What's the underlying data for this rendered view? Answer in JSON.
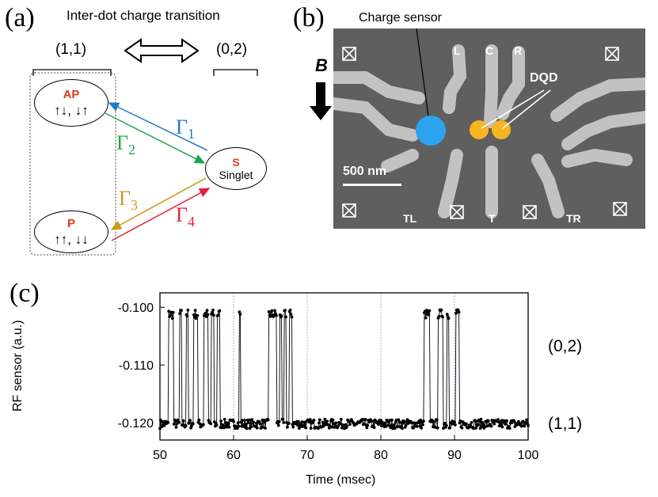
{
  "panel_a": {
    "label": "(a)",
    "title": "Inter-dot charge transition",
    "left_state": "(1,1)",
    "right_state": "(0,2)",
    "ap": {
      "name": "AP",
      "spins": "↑↓, ↓↑"
    },
    "p": {
      "name": "P",
      "spins": "↑↑, ↓↓"
    },
    "s": {
      "name": "S",
      "desc": "Singlet"
    },
    "rates": [
      {
        "sym": "Γ",
        "sub": "1",
        "color": "#1f78c8"
      },
      {
        "sym": "Γ",
        "sub": "2",
        "color": "#1aab4b"
      },
      {
        "sym": "Γ",
        "sub": "3",
        "color": "#c99a12"
      },
      {
        "sym": "Γ",
        "sub": "4",
        "color": "#e0203a"
      }
    ]
  },
  "panel_b": {
    "label": "(b)",
    "field_label": "B",
    "charge_sensor": "Charge sensor",
    "dqd": "DQD",
    "scalebar": "500 nm",
    "gates": [
      "L",
      "C",
      "R",
      "TL",
      "T",
      "TR"
    ]
  },
  "panel_c": {
    "label": "(c)",
    "right_labels": [
      "(0,2)",
      "(1,1)"
    ],
    "chart_data": {
      "type": "line",
      "xlabel": "Time (msec)",
      "ylabel": "RF sensor (a.u.)",
      "xlim": [
        50,
        100
      ],
      "ylim": [
        -0.123,
        -0.0975
      ],
      "xticks": [
        "50",
        "60",
        "70",
        "80",
        "90",
        "100"
      ],
      "yticks": [
        "-0.100",
        "-0.110",
        "-0.120"
      ],
      "low_level": -0.1202,
      "high_level": -0.1012,
      "high_intervals": [
        [
          51.2,
          51.9
        ],
        [
          52.7,
          53.0
        ],
        [
          53.6,
          53.9
        ],
        [
          54.6,
          55.2
        ],
        [
          56.0,
          56.6
        ],
        [
          57.0,
          57.4
        ],
        [
          57.8,
          58.2
        ],
        [
          60.8,
          61.0
        ],
        [
          64.8,
          65.9
        ],
        [
          66.3,
          66.6
        ],
        [
          66.9,
          67.2
        ],
        [
          67.6,
          67.9
        ],
        [
          85.8,
          86.6
        ],
        [
          87.7,
          88.4
        ],
        [
          88.9,
          89.2
        ],
        [
          90.1,
          90.6
        ]
      ],
      "dotted_vlines": [
        60,
        70,
        80,
        90
      ]
    }
  }
}
